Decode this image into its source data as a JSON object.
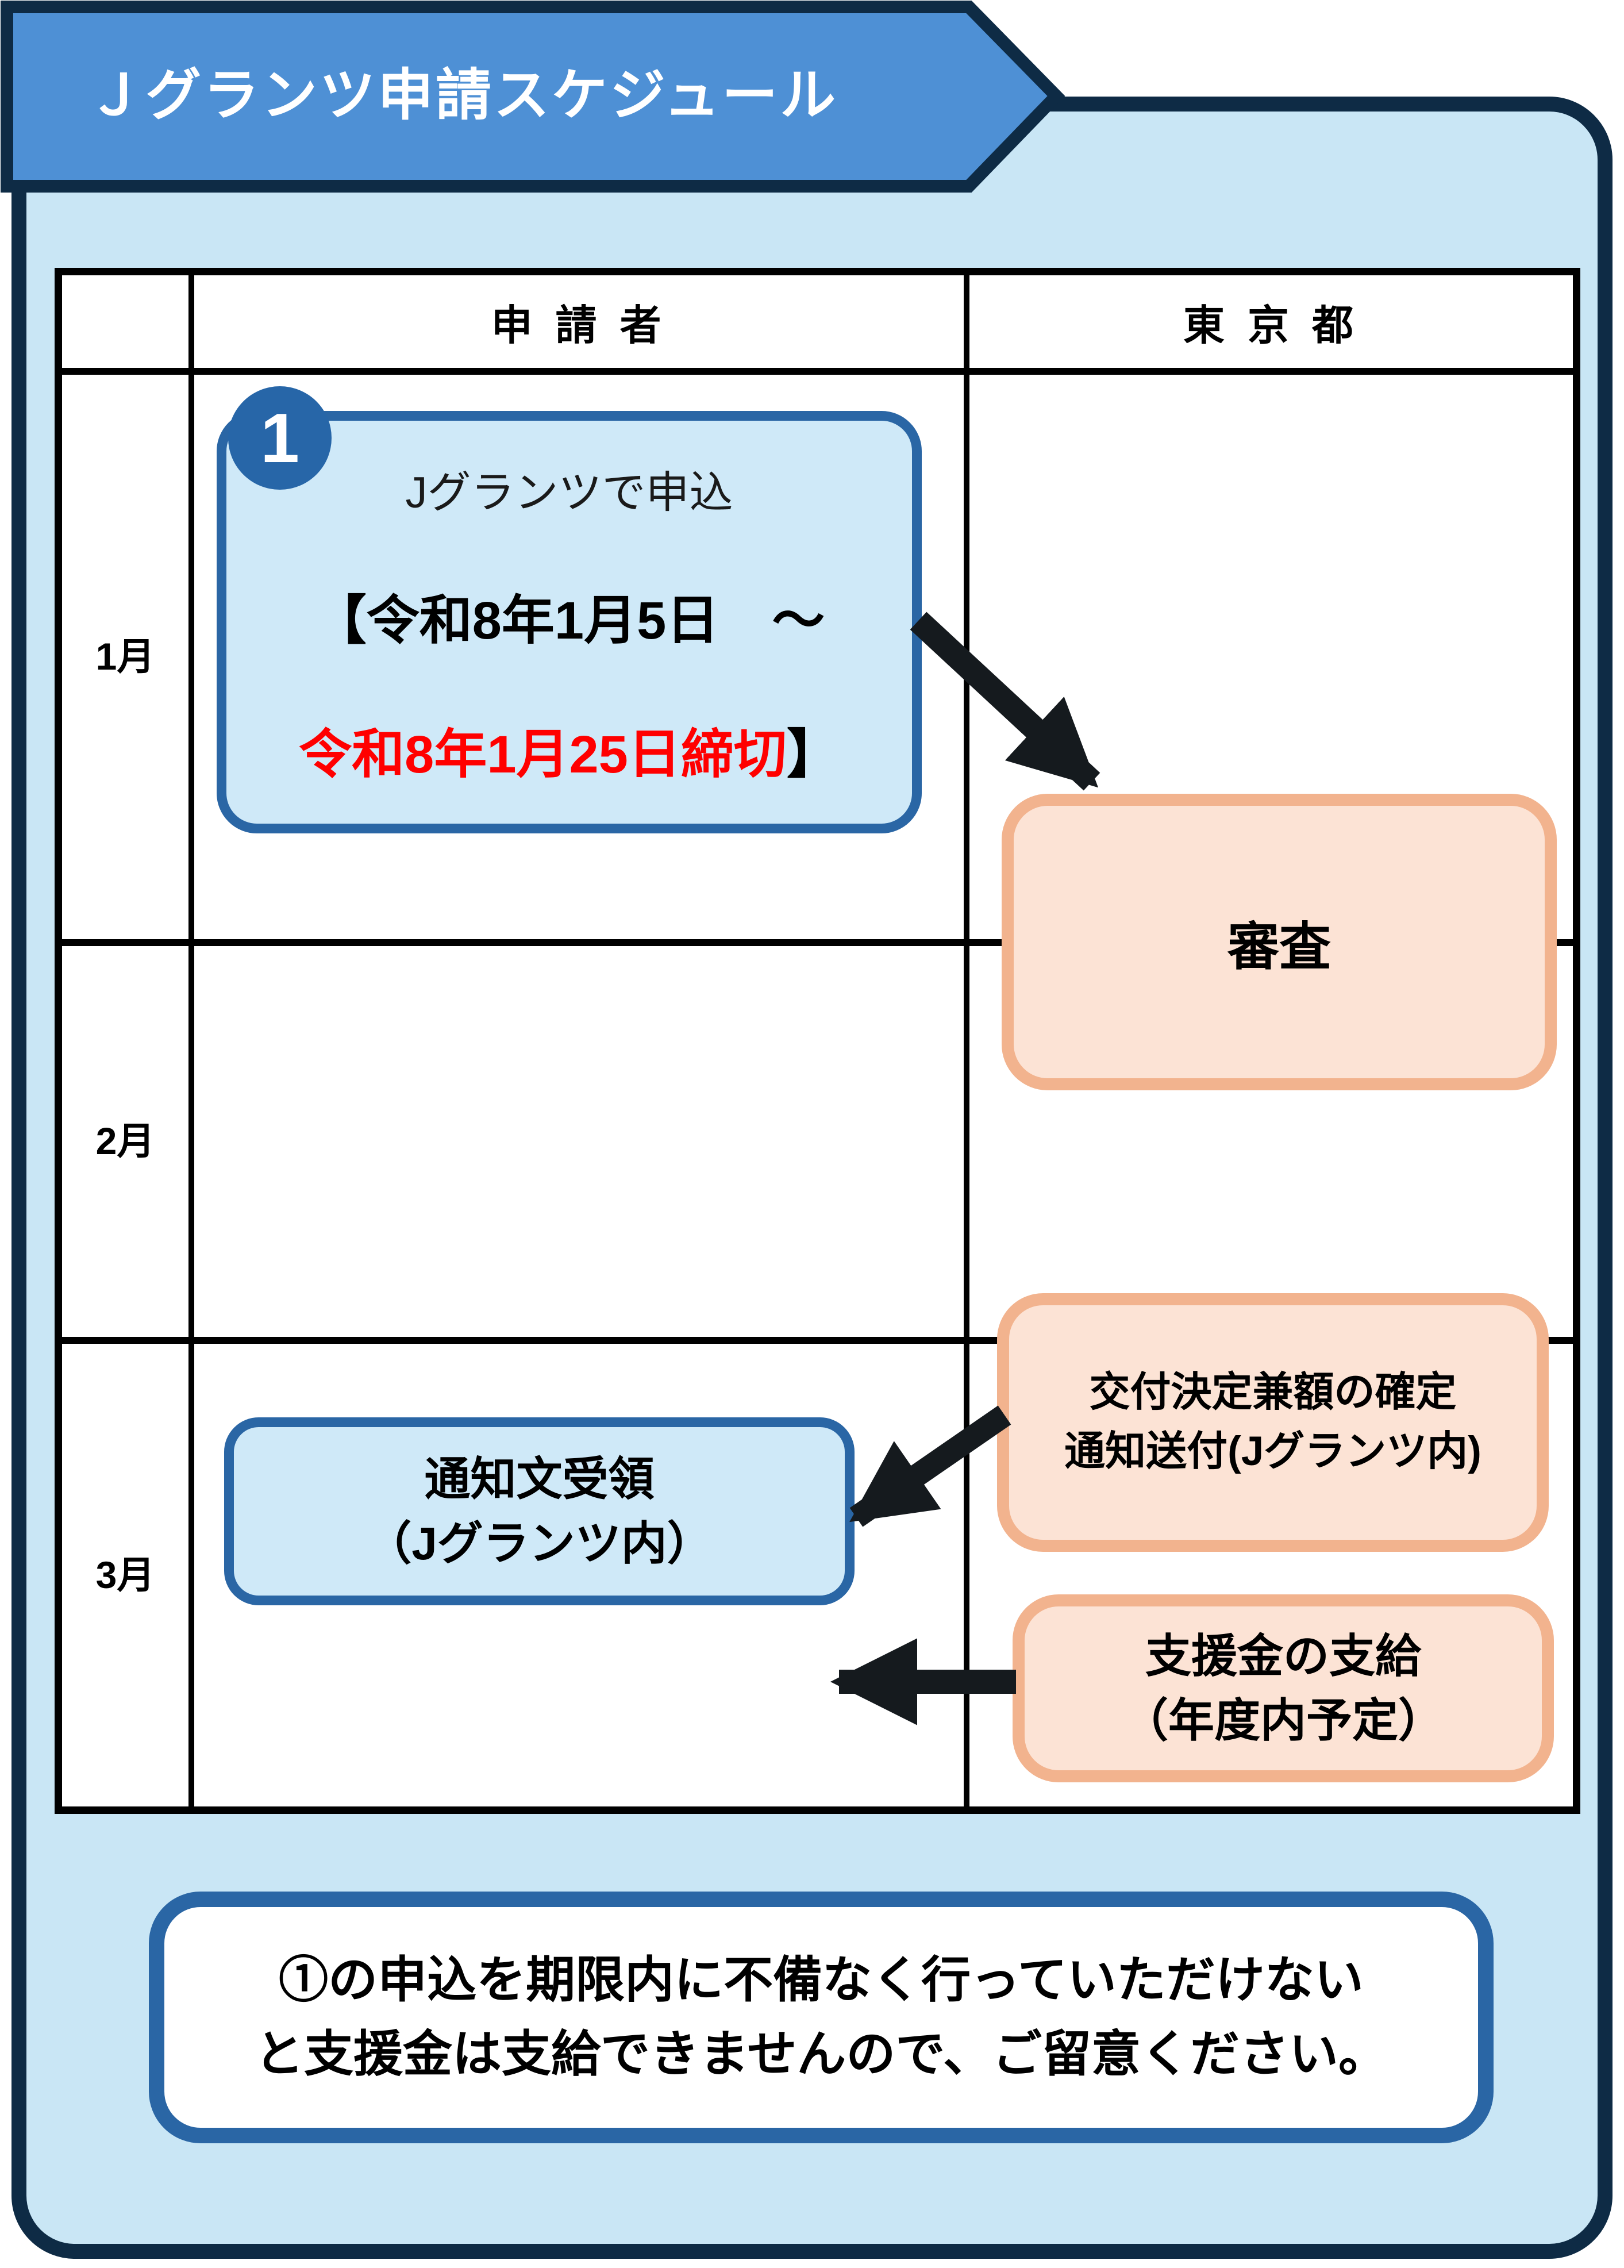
{
  "banner": {
    "title": "Ｊグランツ申請スケジュール"
  },
  "table": {
    "col_applicant": "申 請 者",
    "col_tokyo": "東 京 都",
    "months": [
      "1月",
      "2月",
      "3月"
    ]
  },
  "apply_box": {
    "badge": "1",
    "method": "Jグランツで申込",
    "period_start": "【令和8年1月5日　～",
    "deadline_red": "令和8年1月25日締切",
    "deadline_suffix": "】"
  },
  "review_box": {
    "label": "審査"
  },
  "grant_box": {
    "line1": "交付決定兼額の確定",
    "line2": "通知送付(Jグランツ内)"
  },
  "receive_box": {
    "line1": "通知文受領",
    "line2": "（Jグランツ内）"
  },
  "payment_box": {
    "line1": "支援金の支給",
    "line2": "（年度内予定）"
  },
  "note": {
    "line1": "①の申込を期限内に不備なく行っていただけない",
    "line2": "と支援金は支給できませんので、ご留意ください。"
  },
  "colors": {
    "banner_blue": "#4e90d5",
    "navy": "#0e2b45",
    "panel_blue": "#c9e6f5",
    "box_blue_fill": "#cfe9f8",
    "box_blue_border": "#2a66a5",
    "peach_fill": "#fce3d5",
    "peach_border": "#f2b38e",
    "deadline_red": "#ff0000",
    "arrow_black": "#151a1e"
  }
}
